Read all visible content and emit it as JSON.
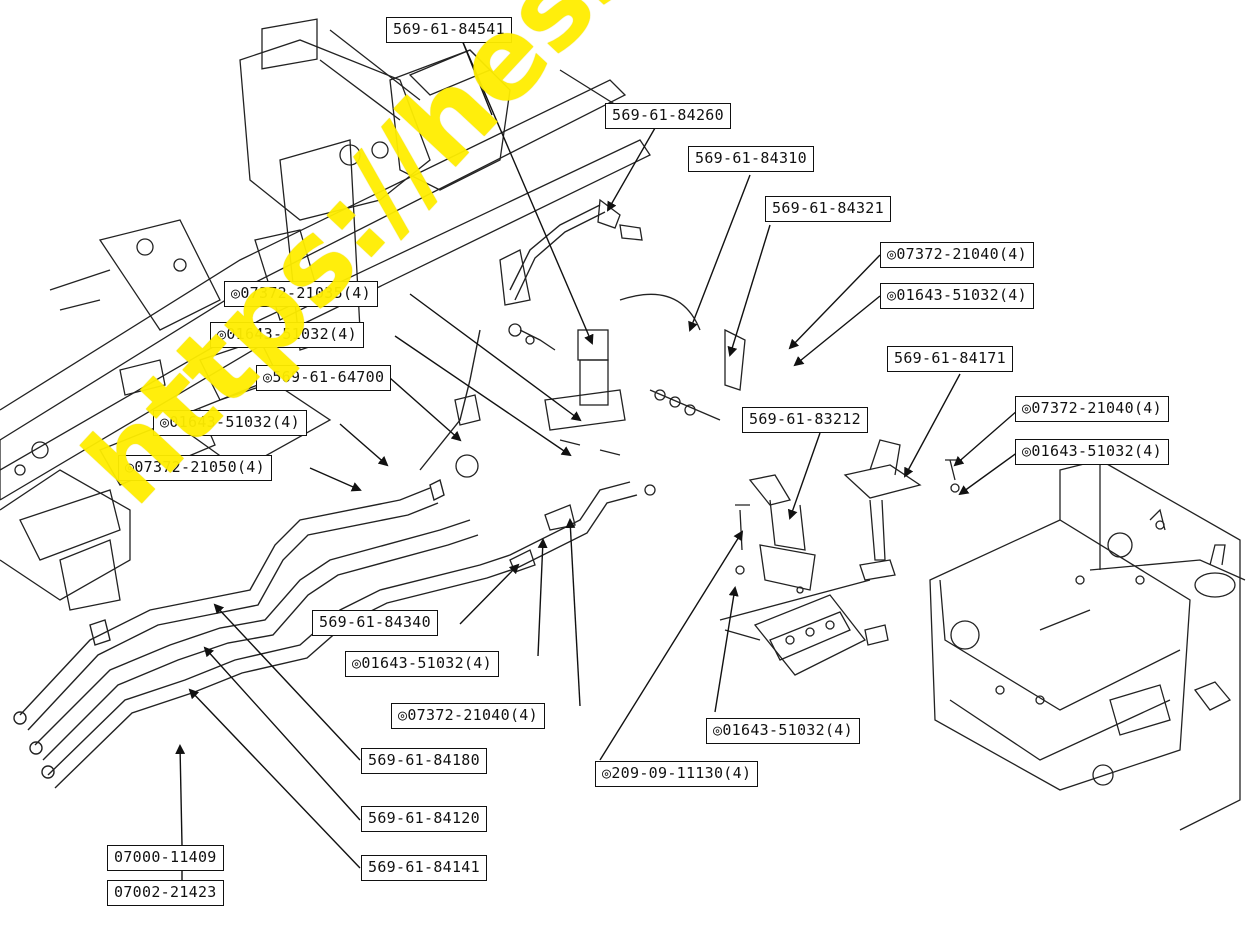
{
  "watermark_text": "https://hesspareparts.co",
  "callouts": [
    {
      "id": "c1",
      "label": "569-61-84541"
    },
    {
      "id": "c2",
      "label": "569-61-84260"
    },
    {
      "id": "c3",
      "label": "569-61-84310"
    },
    {
      "id": "c4",
      "label": "569-61-84321"
    },
    {
      "id": "c5",
      "label": "◎07372-21040(4)"
    },
    {
      "id": "c6",
      "label": "◎01643-51032(4)"
    },
    {
      "id": "c7",
      "label": "◎07372-21035(4)"
    },
    {
      "id": "c8",
      "label": "◎01643-51032(4)"
    },
    {
      "id": "c9",
      "label": "◎569-61-64700"
    },
    {
      "id": "c10",
      "label": "◎01643-51032(4)"
    },
    {
      "id": "c11",
      "label": "◎07372-21050(4)"
    },
    {
      "id": "c12",
      "label": "569-61-84171"
    },
    {
      "id": "c13",
      "label": "569-61-83212"
    },
    {
      "id": "c14",
      "label": "◎07372-21040(4)"
    },
    {
      "id": "c15",
      "label": "◎01643-51032(4)"
    },
    {
      "id": "c16",
      "label": "569-61-84340"
    },
    {
      "id": "c17",
      "label": "◎01643-51032(4)"
    },
    {
      "id": "c18",
      "label": "◎07372-21040(4)"
    },
    {
      "id": "c19",
      "label": "◎01643-51032(4)"
    },
    {
      "id": "c20",
      "label": "◎209-09-11130(4)"
    },
    {
      "id": "c21",
      "label": "569-61-84180"
    },
    {
      "id": "c22",
      "label": "569-61-84120"
    },
    {
      "id": "c23",
      "label": "569-61-84141"
    },
    {
      "id": "c24",
      "label": "07000-11409"
    },
    {
      "id": "c25",
      "label": "07002-21423"
    }
  ]
}
